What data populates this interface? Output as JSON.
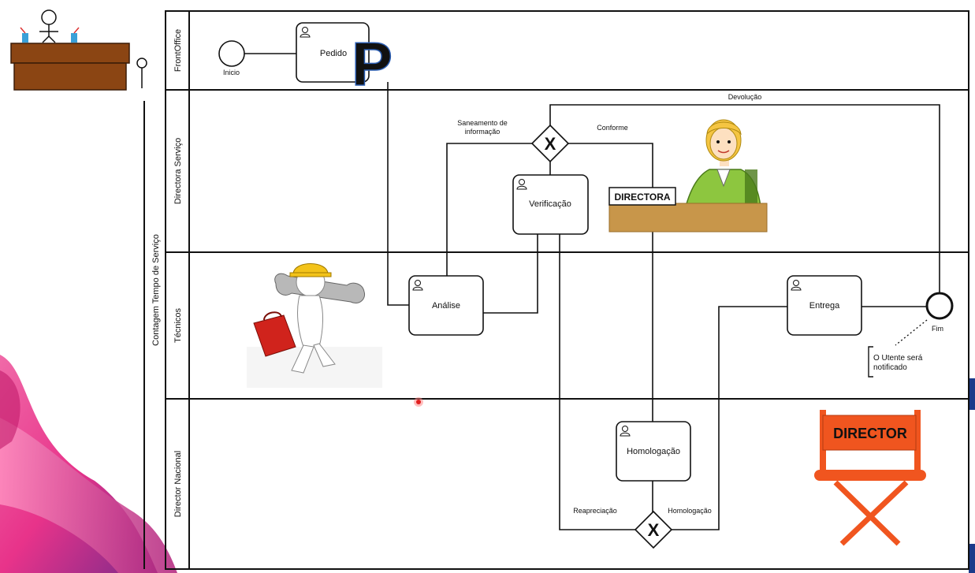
{
  "pool": {
    "label": "Contagem Tempo de Serviço"
  },
  "lanes": [
    {
      "id": "frontoffice",
      "label": "FrontOffice"
    },
    {
      "id": "directora",
      "label": "Directora Serviço"
    },
    {
      "id": "tecnicos",
      "label": "Técnicos"
    },
    {
      "id": "nacional",
      "label": "Director Nacional"
    }
  ],
  "events": {
    "start": {
      "label": "Inicio"
    },
    "end": {
      "label": "Fim"
    }
  },
  "tasks": {
    "pedido": "Pedido",
    "analise": "Análise",
    "verificacao": "Verificação",
    "homologacao": "Homologação",
    "entrega": "Entrega"
  },
  "gateways": {
    "gateway1": {
      "symbol": "X"
    },
    "gateway2": {
      "symbol": "X"
    }
  },
  "flow_labels": {
    "saneamento_line1": "Saneamento de",
    "saneamento_line2": "informação",
    "conforme": "Conforme",
    "devolucao": "Devolução",
    "reapreciacao": "Reapreciação",
    "homologacao": "Homologação"
  },
  "annotation": {
    "line1": "O Utente será",
    "line2": "notificado"
  },
  "illustrations": {
    "p_logo": "P",
    "directora_sign": "DIRECTORA",
    "director_chair": "DIRECTOR"
  },
  "colors": {
    "p_logo": "#4a7fd4",
    "desk_wood": "#c8964a",
    "chair_orange": "#f0551f",
    "jacket_green": "#8dc63f",
    "hair_blond": "#f5c542",
    "helmet_yellow": "#f3c31a",
    "toolbox_red": "#d0231c",
    "pink_swoosh": "#e8338a"
  }
}
